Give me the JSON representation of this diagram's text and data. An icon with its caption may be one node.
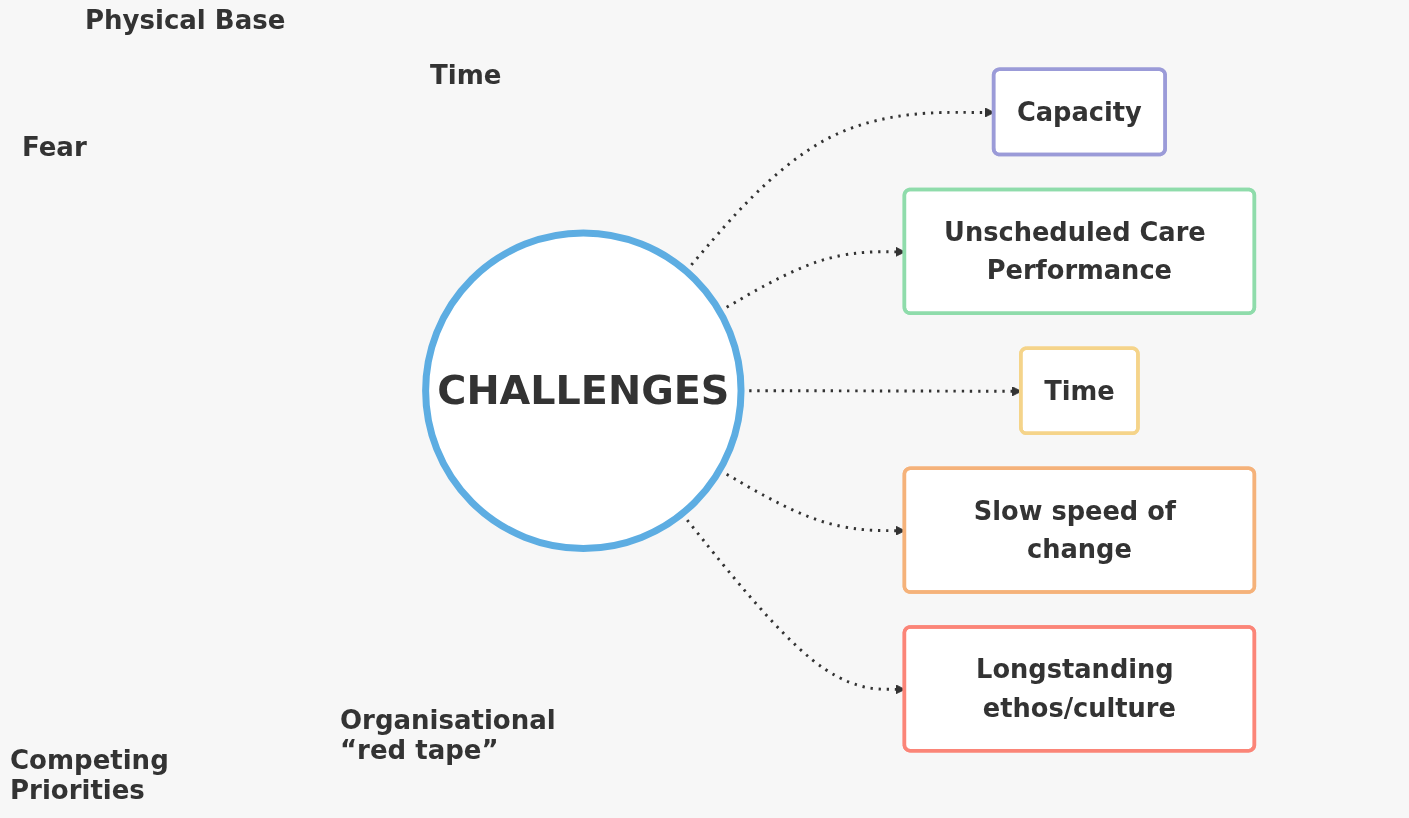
{
  "diagram": {
    "nodes": [
      {
        "text": [
          "CHALLENGES"
        ]
      },
      {
        "text": [
          "Capacity"
        ]
      },
      {
        "text": [
          "Unscheduled Care Performance"
        ]
      },
      {
        "text": [
          "Time"
        ]
      },
      {
        "text": [
          "Slow speed of change"
        ]
      },
      {
        "text": [
          "Longstanding ethos/culture"
        ]
      }
    ],
    "edges": [
      {
        "from": 0,
        "to": 1,
        "arrow": "to",
        "style": "dashed"
      },
      {
        "from": 0,
        "to": 2,
        "arrow": "to",
        "style": "dashed"
      },
      {
        "from": 0,
        "to": 3,
        "arrow": "to",
        "style": "dashed"
      },
      {
        "from": 0,
        "to": 4,
        "arrow": "to",
        "style": "dashed"
      },
      {
        "from": 0,
        "to": 5,
        "arrow": "to",
        "style": "dashed"
      }
    ],
    "labels": [
      "Physical Base",
      "Time",
      "Fear",
      "Organisational “red tape”",
      "Competing Priorities"
    ]
  }
}
